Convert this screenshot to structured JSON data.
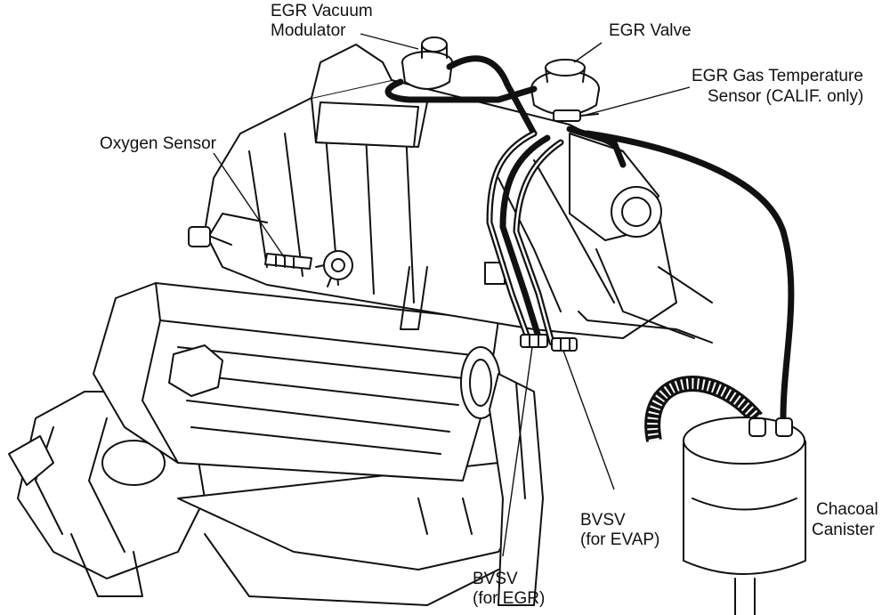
{
  "labels": {
    "egr_vacuum_modulator": [
      "EGR Vacuum",
      "Modulator"
    ],
    "egr_valve": "EGR Valve",
    "egr_gas_temp_sensor": [
      "EGR Gas Temperature",
      "Sensor (CALIF. only)"
    ],
    "oxygen_sensor": "Oxygen Sensor",
    "bvsv_evap": [
      "BVSV",
      "(for EVAP)"
    ],
    "bvsv_egr": [
      "BVSV",
      "(for EGR)"
    ],
    "charcoal_canister": [
      "Chacoal",
      "Canister"
    ]
  }
}
